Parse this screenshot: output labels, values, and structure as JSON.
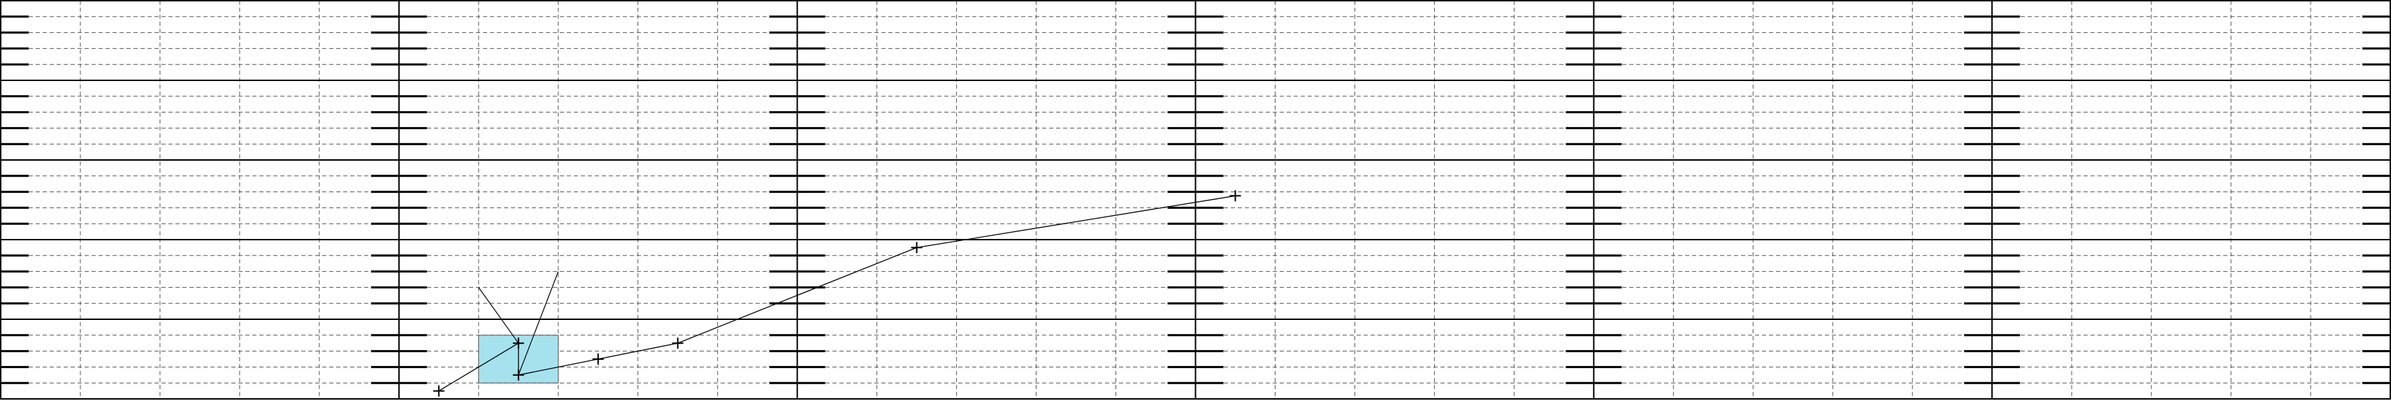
{
  "chart_data": {
    "type": "line",
    "title": "",
    "xlabel": "",
    "ylabel": "",
    "xlim": [
      0,
      30
    ],
    "ylim": [
      0,
      25
    ],
    "grid": true,
    "major_x_interval": 5,
    "minor_x_interval": 1,
    "major_y_interval": 5,
    "minor_y_interval": 1,
    "series": [
      {
        "values": [
          {
            "x": 5.5,
            "y": 0.5
          },
          {
            "x": 6.5,
            "y": 3.5
          },
          {
            "x": 6.5,
            "y": 1.5
          },
          {
            "x": 7.5,
            "y": 2.5
          },
          {
            "x": 8.5,
            "y": 3.5
          },
          {
            "x": 11.5,
            "y": 9.5
          },
          {
            "x": 15.5,
            "y": 12.75
          }
        ]
      }
    ],
    "highlight_box": {
      "x_range": [
        6,
        7
      ],
      "y_range": [
        1,
        4
      ],
      "color": "#a5e2ee"
    },
    "whisker_lines": [
      {
        "from": {
          "x": 6.0,
          "y": 7.0
        },
        "to": {
          "x": 6.5,
          "y": 3.5
        }
      },
      {
        "from": {
          "x": 7.0,
          "y": 8.0
        },
        "to": {
          "x": 6.5,
          "y": 1.5
        }
      }
    ],
    "colors": {
      "line": "#000000",
      "major_grid": "#000000",
      "minor_grid": "#555555"
    }
  }
}
